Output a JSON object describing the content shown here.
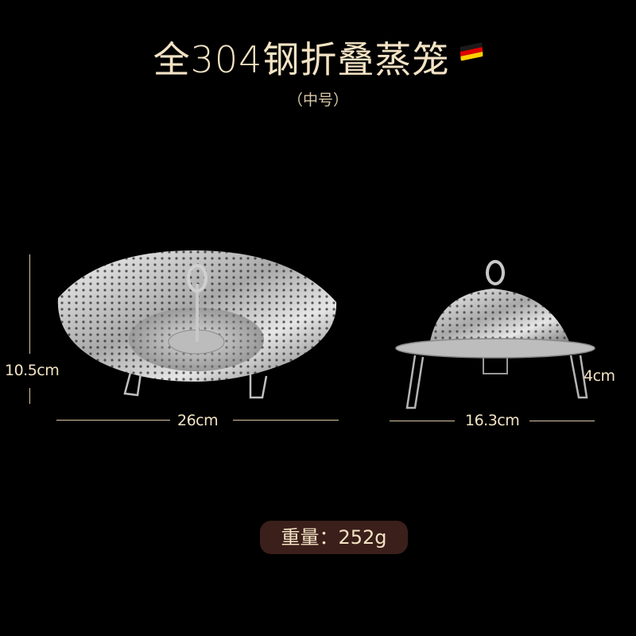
{
  "title": {
    "text": "全304钢折叠蒸笼",
    "flag_icon": "germany-flag-icon",
    "flag_colors": [
      "#1a1a1a",
      "#dd0000",
      "#ffce00"
    ]
  },
  "subtitle": "（中号）",
  "large_steamer": {
    "height_label": "10.5cm",
    "width_label": "26cm",
    "state": "opened"
  },
  "small_steamer": {
    "leg_height_label": "4cm",
    "width_label": "16.3cm",
    "state": "folded"
  },
  "weight_badge": {
    "text": "重量：252g"
  },
  "colors": {
    "background": "#000000",
    "text": "#f3e3c4",
    "badge_background": "#3b1f1a",
    "line": "#d9c6a0"
  }
}
